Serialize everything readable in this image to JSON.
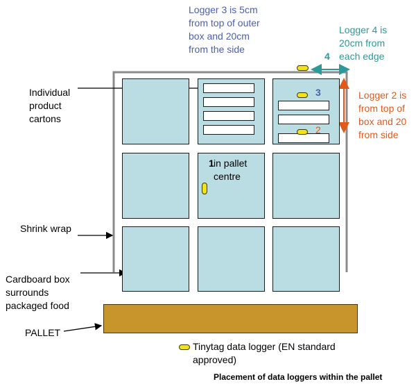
{
  "labels": {
    "logger3": "Logger 3 is 5cm\nfrom top of outer\nbox and 20cm\nfrom the side",
    "logger4": "Logger 4 is\n20cm from\neach edge",
    "logger4_marker": "4",
    "logger2": "Logger 2 is\nfrom top of\nbox and 20\nfrom  side",
    "cartons": "Individual\nproduct\ncartons",
    "shrink_wrap": "Shrink wrap",
    "cardboard": "Cardboard box\nsurrounds\npackaged food",
    "pallet": "PALLET",
    "marker1_num": "1",
    "marker1_text": " in pallet\ncentre",
    "marker3": "3",
    "marker2": "2",
    "legend": "Tinytag data logger (EN standard\napproved)",
    "caption": "Placement of data loggers within the pallet"
  },
  "colors": {
    "box_fill": "#b9dde3",
    "pallet_fill": "#c8952c",
    "logger_fill": "#f2e21a",
    "logger3_blue": "#4a5fb0",
    "logger4_teal": "#2a9a9a",
    "logger2_red": "#e05a1a"
  }
}
